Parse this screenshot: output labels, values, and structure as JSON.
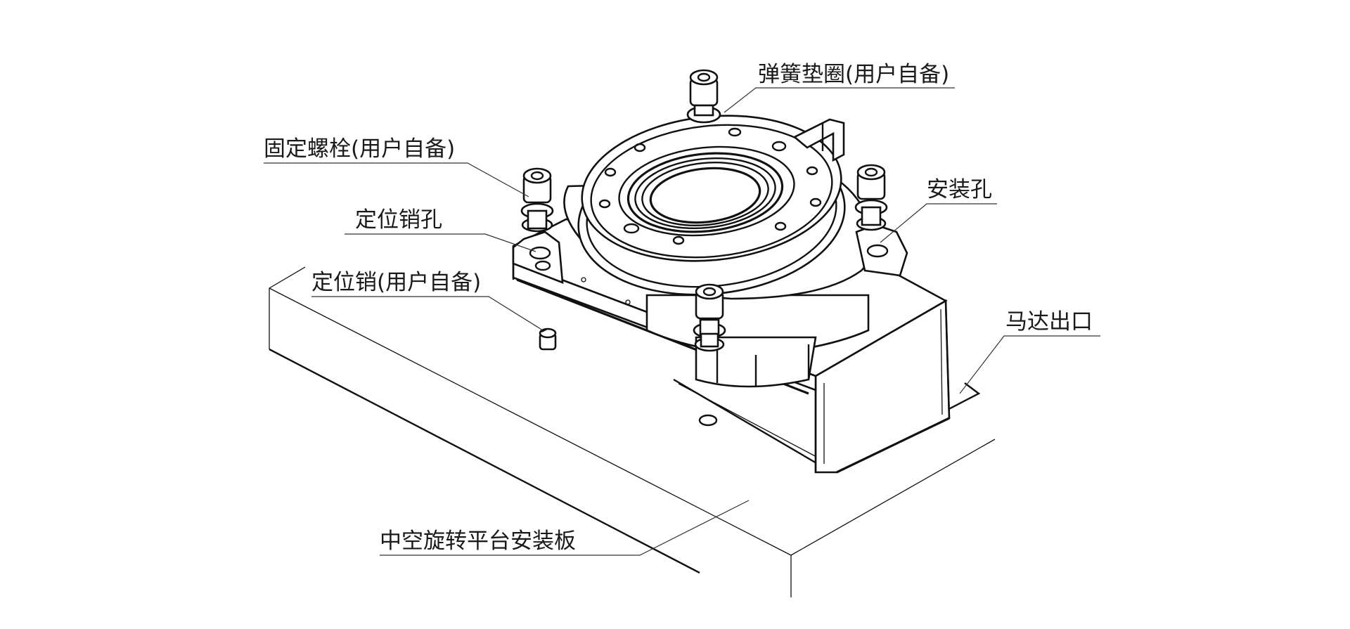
{
  "labels": {
    "spring_washer": "弹簧垫圈(用户自备)",
    "fixing_bolt": "固定螺栓(用户自备)",
    "mounting_hole": "安装孔",
    "locating_pin_hole": "定位销孔",
    "locating_pin": "定位销(用户自备)",
    "motor_outlet": "马达出口",
    "mounting_plate": "中空旋转平台安装板"
  },
  "colors": {
    "line": "#111111",
    "text": "#1a1a1a",
    "background": "#ffffff"
  }
}
